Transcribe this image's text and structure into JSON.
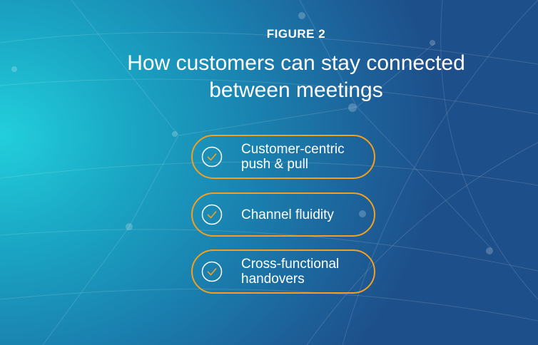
{
  "figure_label": "FIGURE 2",
  "title_line1": "How customers can stay connected",
  "title_line2": "between meetings",
  "items": [
    {
      "line1": "Customer-centric",
      "line2": "push & pull",
      "icon": "check-circle-icon"
    },
    {
      "line1": "Channel fluidity",
      "line2": "",
      "icon": "check-circle-icon"
    },
    {
      "line1": "Cross-functional",
      "line2": "handovers",
      "icon": "check-circle-icon"
    }
  ],
  "colors": {
    "accent": "#f2a01e",
    "text": "#ffffff"
  }
}
